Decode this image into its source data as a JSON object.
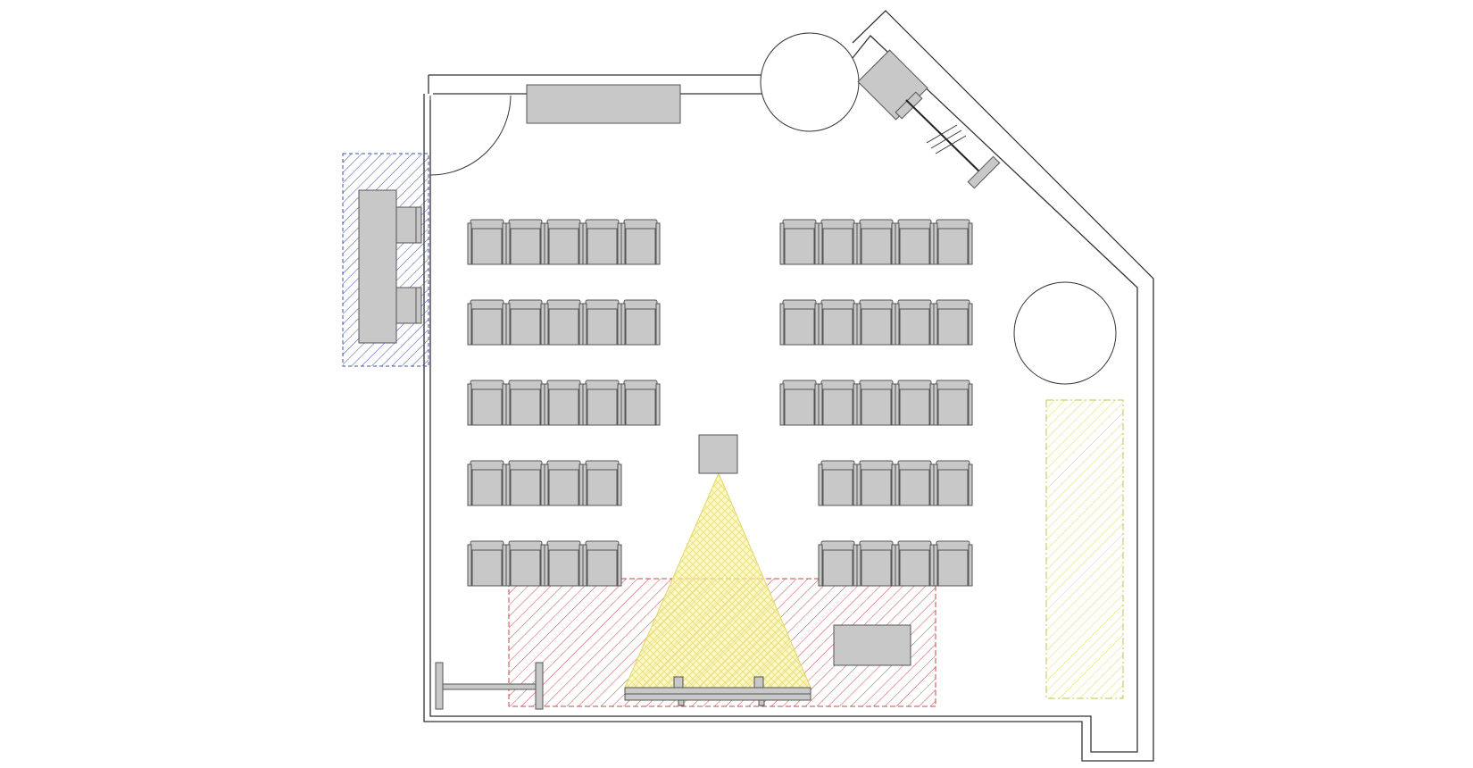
{
  "colors": {
    "wall": "#333333",
    "furniture_fill": "#c8c8c8",
    "furniture_stroke": "#555555",
    "hatch_blue": "#3b4fb5",
    "hatch_red": "#c94a4a",
    "hatch_yellow": "#e8e070",
    "projection_yellow": "#f3ee88"
  },
  "seating": {
    "left_block": {
      "rows": [
        5,
        5,
        5,
        4,
        4
      ]
    },
    "right_block": {
      "rows": [
        5,
        5,
        5,
        4,
        4
      ]
    }
  },
  "icons": [
    "wall-outline",
    "door-swing",
    "round-column",
    "seat",
    "projector",
    "projection-cone",
    "hatched-zone",
    "table",
    "podium-screen"
  ]
}
